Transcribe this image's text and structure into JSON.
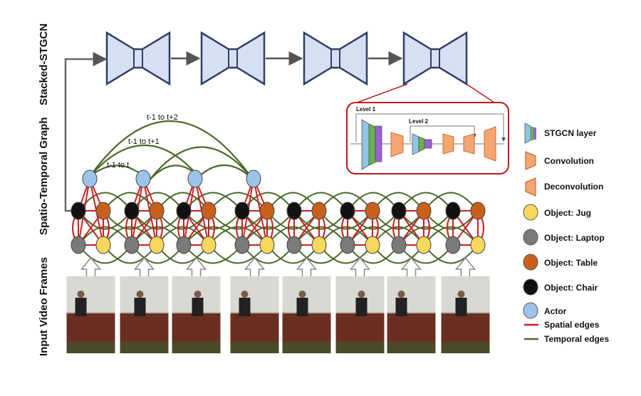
{
  "side_labels": {
    "stacked": "Stacked-STGCN",
    "graph": "Spatio-Temporal Graph",
    "frames": "Input Video Frames"
  },
  "temporal_labels": {
    "t1": "t-1 to t",
    "t2": "t-1 to t+1",
    "t3": "t-1 to t+2"
  },
  "inset": {
    "level1": "Level 1",
    "level2": "Level 2"
  },
  "legend": {
    "stgcn_layer": "STGCN layer",
    "convolution": "Convolution",
    "deconvolution": "Deconvolution",
    "jug": "Object: Jug",
    "laptop": "Object: Laptop",
    "table": "Object: Table",
    "chair": "Object: Chair",
    "actor": "Actor",
    "spatial": "Spatial edges",
    "temporal": "Temporal edges"
  },
  "colors": {
    "hourglass_fill": "#d6e0f2",
    "hourglass_stroke": "#2f3f66",
    "spatial_edge": "#cc1f1f",
    "temporal_edge": "#4a6a2a",
    "jug": "#f7d75c",
    "laptop": "#7a7a7a",
    "table": "#c8601c",
    "chair": "#111111",
    "actor": "#9cc4e8"
  },
  "frames_count": 8,
  "actor_frames_count": 4
}
